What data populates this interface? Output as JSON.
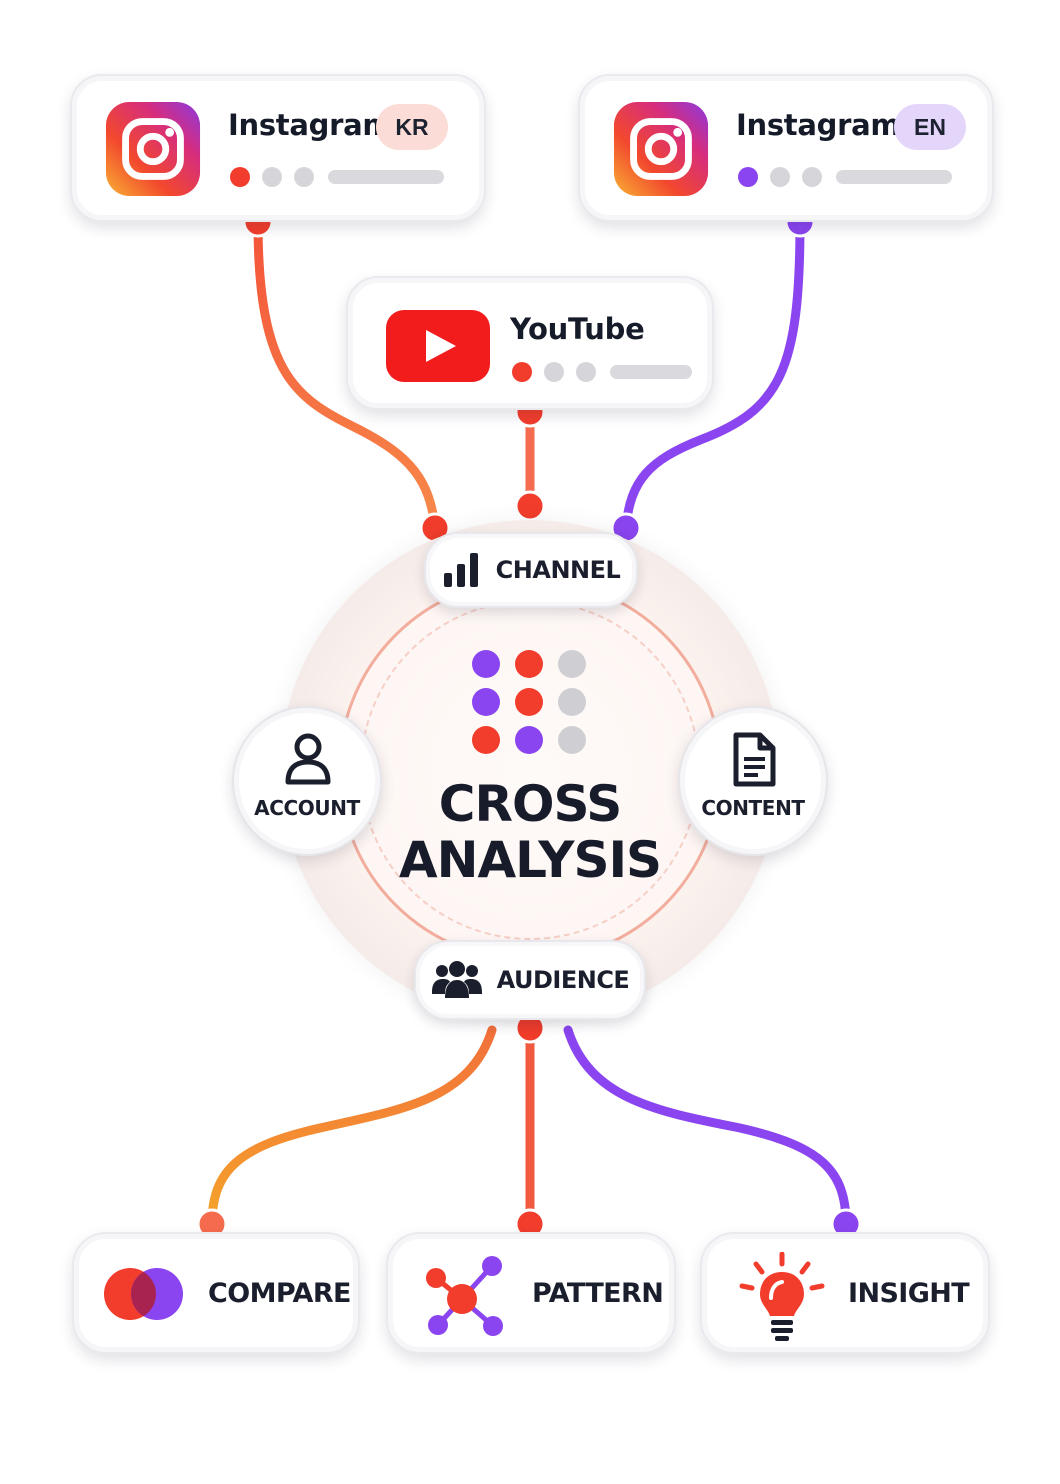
{
  "sources": [
    {
      "platform": "Instagram",
      "lang": "KR",
      "accent": "#f23d2c"
    },
    {
      "platform": "Instagram",
      "lang": "EN",
      "accent": "#8b45f0"
    },
    {
      "platform": "YouTube",
      "accent": "#f23d2c"
    }
  ],
  "hub": {
    "title_line1": "CROSS",
    "title_line2": "ANALYSIS",
    "dot_grid": [
      "#8b45f0",
      "#f23d2c",
      "#cfcfd3",
      "#8b45f0",
      "#f23d2c",
      "#cfcfd3",
      "#f23d2c",
      "#8b45f0",
      "#cfcfd3"
    ]
  },
  "dimensions": {
    "channel": "CHANNEL",
    "account": "ACCOUNT",
    "content": "CONTENT",
    "audience": "AUDIENCE"
  },
  "outputs": [
    {
      "label": "COMPARE",
      "icon": "venn-circles-icon"
    },
    {
      "label": "PATTERN",
      "icon": "network-nodes-icon"
    },
    {
      "label": "INSIGHT",
      "icon": "lightbulb-icon"
    }
  ],
  "colors": {
    "red": "#f23d2c",
    "coral": "#f56b4e",
    "orange": "#f59a2c",
    "purple": "#8b45f0",
    "text": "#161b29"
  }
}
